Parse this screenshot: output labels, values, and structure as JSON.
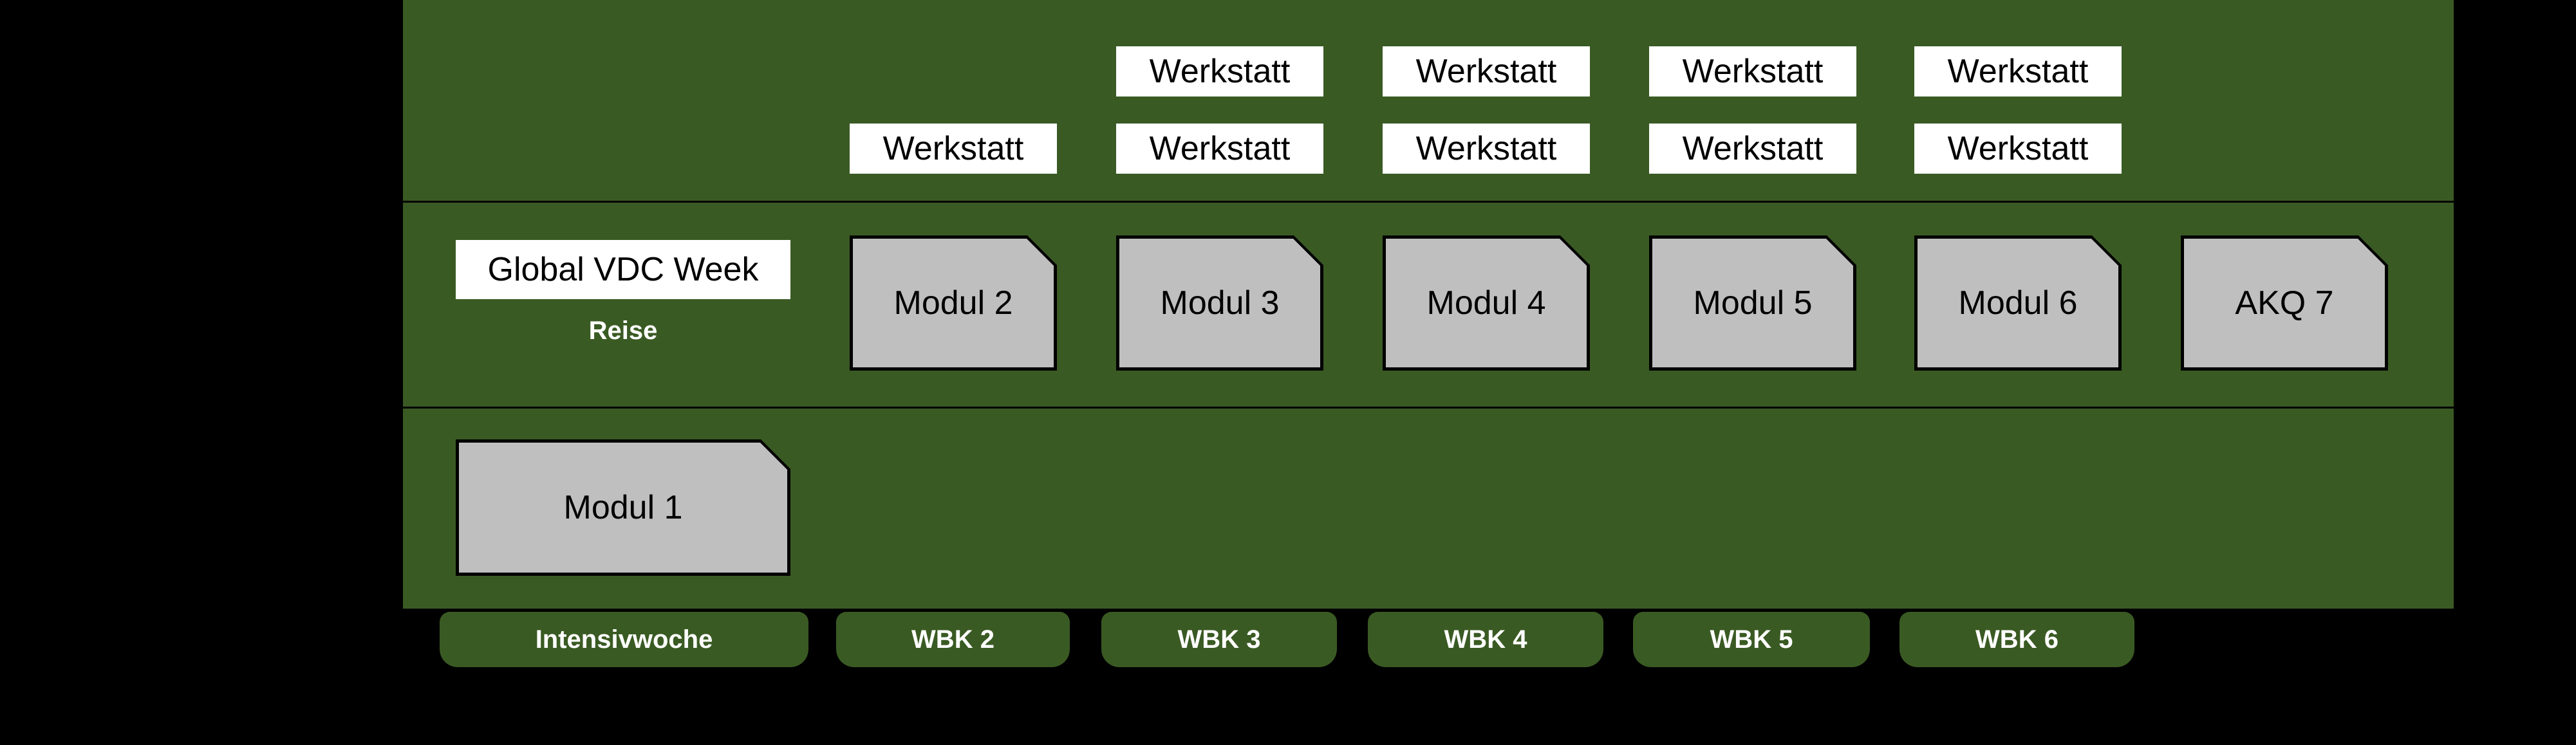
{
  "palette": {
    "background": "#000000",
    "panel_green": "#3a5a23",
    "card_gray": "#bfbfbf",
    "card_border": "#000000",
    "box_white": "#ffffff",
    "text_dark": "#000000",
    "text_light": "#ffffff"
  },
  "werkstatt": {
    "row1": [
      "Werkstatt",
      "Werkstatt",
      "Werkstatt",
      "Werkstatt"
    ],
    "row2": [
      "Werkstatt",
      "Werkstatt",
      "Werkstatt",
      "Werkstatt",
      "Werkstatt"
    ]
  },
  "phase1": {
    "global_week": "Global VDC Week",
    "reise": "Reise",
    "modul1": "Modul 1"
  },
  "modules": [
    "Modul 2",
    "Modul 3",
    "Modul 4",
    "Modul 5",
    "Modul 6",
    "AKQ 7"
  ],
  "tabs": [
    "Intensivwoche",
    "WBK 2",
    "WBK 3",
    "WBK 4",
    "WBK 5",
    "WBK 6"
  ]
}
